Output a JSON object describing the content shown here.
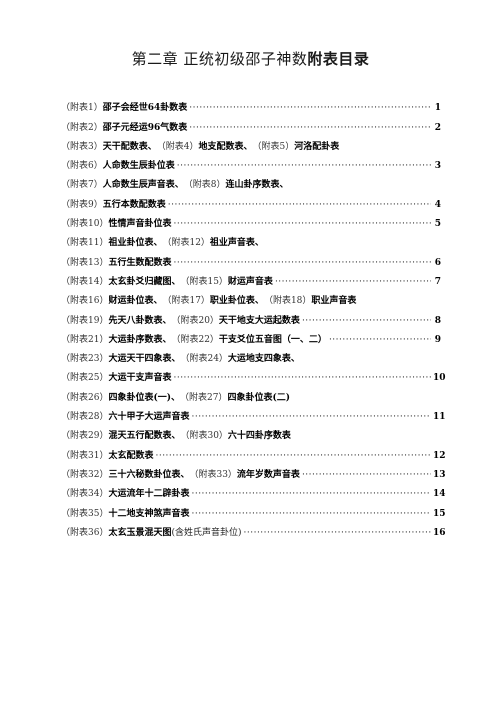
{
  "title": {
    "main": "第二章  正统初级邵子神数",
    "bold": "附表目录"
  },
  "entries": [
    {
      "parts": [
        {
          "p": "（附表1）",
          "t": "邵子会经世64卦数表"
        }
      ],
      "page": "1"
    },
    {
      "parts": [
        {
          "p": "（附表2）",
          "t": "邵子元经运96气数表"
        }
      ],
      "page": "2"
    },
    {
      "parts": [
        {
          "p": "（附表3）",
          "t": "天干配数表、"
        },
        {
          "p": "（附表4）",
          "t": "地支配数表、"
        },
        {
          "p": "（附表5）",
          "t": "河洛配卦表"
        }
      ],
      "page": ""
    },
    {
      "parts": [
        {
          "p": "（附表6）",
          "t": "人命数生辰卦位表"
        }
      ],
      "page": "3"
    },
    {
      "parts": [
        {
          "p": "（附表7）",
          "t": "人命数生辰声音表、"
        },
        {
          "p": "（附表8）",
          "t": "连山卦序数表、"
        }
      ],
      "page": ""
    },
    {
      "parts": [
        {
          "p": "（附表9）",
          "t": "五行本数配数表"
        }
      ],
      "page": "4"
    },
    {
      "parts": [
        {
          "p": "（附表10）",
          "t": "性情声音卦位表"
        }
      ],
      "page": "5"
    },
    {
      "parts": [
        {
          "p": "（附表11）",
          "t": "祖业卦位表、"
        },
        {
          "p": "（附表12）",
          "t": "祖业声音表、"
        }
      ],
      "page": ""
    },
    {
      "parts": [
        {
          "p": "（附表13）",
          "t": "五行生数配数表"
        }
      ],
      "page": "6"
    },
    {
      "parts": [
        {
          "p": "（附表14）",
          "t": "太玄卦爻归藏图、"
        },
        {
          "p": "（附表15）",
          "t": "财运声音表"
        }
      ],
      "page": "7"
    },
    {
      "parts": [
        {
          "p": "（附表16）",
          "t": "财运卦位表、"
        },
        {
          "p": "（附表17）",
          "t": "职业卦位表、"
        },
        {
          "p": "（附表18）",
          "t": "职业声音表"
        }
      ],
      "page": ""
    },
    {
      "parts": [
        {
          "p": "（附表19）",
          "t": "先天八卦数表、"
        },
        {
          "p": "（附表20）",
          "t": "天干地支大运起数表"
        }
      ],
      "page": "8"
    },
    {
      "parts": [
        {
          "p": "（附表21）",
          "t": "大运卦序数表、"
        },
        {
          "p": "（附表22）",
          "t": "干支爻位五音图（一、二）"
        }
      ],
      "page": "9"
    },
    {
      "parts": [
        {
          "p": "（附表23）",
          "t": "大运天干四象表、"
        },
        {
          "p": "（附表24）",
          "t": "大运地支四象表、"
        }
      ],
      "page": ""
    },
    {
      "parts": [
        {
          "p": "（附表25）",
          "t": "大运干支声音表"
        }
      ],
      "page": "10"
    },
    {
      "parts": [
        {
          "p": "（附表26）",
          "t": "四象卦位表(一)、"
        },
        {
          "p": "（附表27）",
          "t": "四象卦位表(二)"
        }
      ],
      "page": ""
    },
    {
      "parts": [
        {
          "p": "（附表28）",
          "t": "六十甲子大运声音表"
        }
      ],
      "page": "11"
    },
    {
      "parts": [
        {
          "p": "（附表29）",
          "t": "混天五行配数表、"
        },
        {
          "p": "（附表30）",
          "t": "六十四卦序数表"
        }
      ],
      "page": ""
    },
    {
      "parts": [
        {
          "p": "（附表31）",
          "t": "太玄配数表"
        }
      ],
      "page": "12"
    },
    {
      "parts": [
        {
          "p": "（附表32）",
          "t": "三十六秘数卦位表、"
        },
        {
          "p": "（附表33）",
          "t": "流年岁数声音表"
        }
      ],
      "page": "13"
    },
    {
      "parts": [
        {
          "p": "（附表34）",
          "t": "大运流年十二辟卦表"
        }
      ],
      "page": "14"
    },
    {
      "parts": [
        {
          "p": "（附表35）",
          "t": "十二地支神煞声音表"
        }
      ],
      "page": "15"
    },
    {
      "parts": [
        {
          "p": "（附表36）",
          "t": "太玄玉景混天图"
        },
        {
          "p": "",
          "t": " (含姓氏声音卦位)",
          "plain": true
        }
      ],
      "page": "16"
    }
  ]
}
